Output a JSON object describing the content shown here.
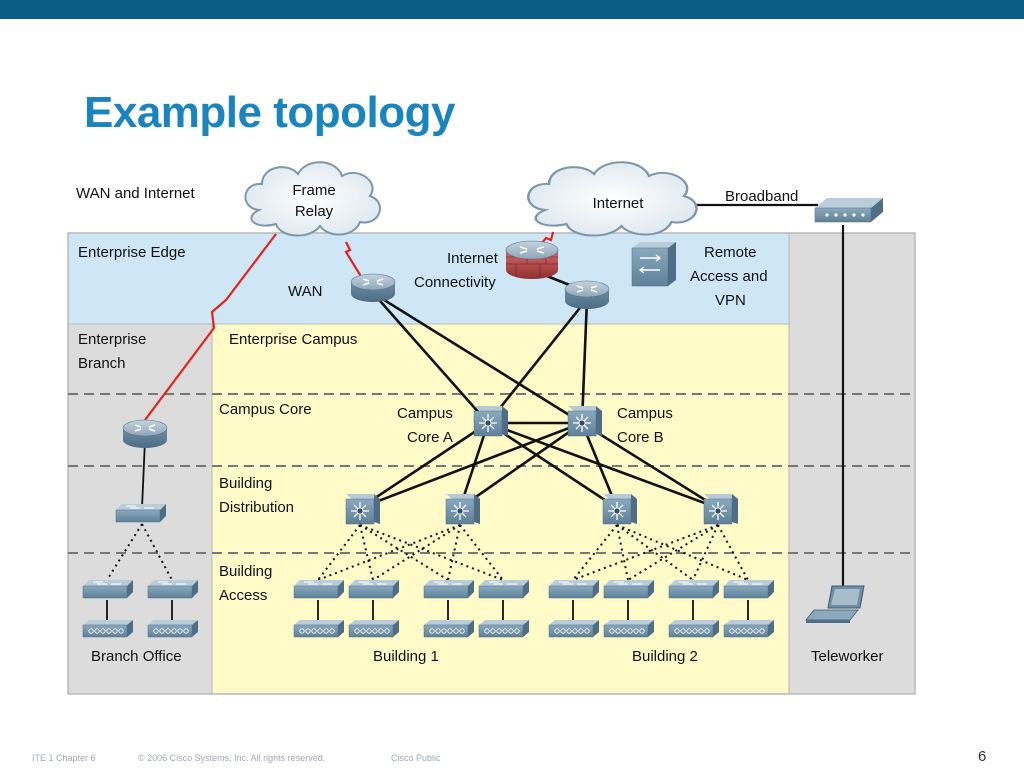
{
  "slide": {
    "title": "Example topology",
    "page_number": "6",
    "footer": {
      "course": "ITE 1 Chapter 6",
      "copyright": "© 2006 Cisco Systems, Inc. All rights reserved.",
      "classification": "Cisco Public"
    }
  },
  "colors": {
    "top_bar": "#0b5d85",
    "title": "#1a84bf",
    "edge_zone": "#cfe6f7",
    "campus_zone": "#fffbc9",
    "side_zone": "#dcdcdc",
    "wan_link": "#e2231a"
  },
  "diagram": {
    "zones": {
      "wan_internet": "WAN and Internet",
      "enterprise_edge": "Enterprise Edge",
      "enterprise_branch_1": "Enterprise",
      "enterprise_branch_2": "Branch",
      "enterprise_campus": "Enterprise Campus",
      "campus_core": "Campus Core",
      "building_distribution_1": "Building",
      "building_distribution_2": "Distribution",
      "building_access_1": "Building",
      "building_access_2": "Access",
      "branch_office": "Branch Office",
      "building_1": "Building 1",
      "building_2": "Building 2",
      "teleworker": "Teleworker"
    },
    "clouds": {
      "frame_relay_1": "Frame",
      "frame_relay_2": "Relay",
      "internet": "Internet"
    },
    "labels": {
      "broadband": "Broadband",
      "wan": "WAN",
      "internet_connectivity_1": "Internet",
      "internet_connectivity_2": "Connectivity",
      "remote_access_1": "Remote",
      "remote_access_2": "Access and",
      "remote_access_3": "VPN",
      "campus_core_a_1": "Campus",
      "campus_core_a_2": "Core A",
      "campus_core_b_1": "Campus",
      "campus_core_b_2": "Core B"
    },
    "icons": [
      "router-icon",
      "firewall-router-icon",
      "vpn-concentrator-icon",
      "multilayer-switch-icon",
      "workgroup-switch-icon",
      "hub-icon",
      "broadband-modem-icon",
      "laptop-icon",
      "cloud-icon"
    ]
  }
}
